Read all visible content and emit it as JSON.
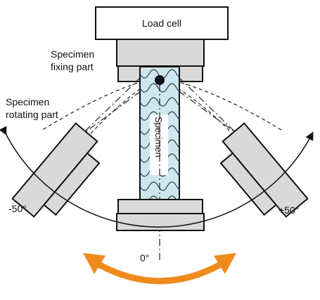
{
  "labels": {
    "load_cell": "Load cell",
    "fixing_line1": "Specimen",
    "fixing_line2": "fixing part",
    "rotating_line1": "Specimen",
    "rotating_line2": "rotating part",
    "specimen": "Specimen",
    "minus_angle": "-50°",
    "plus_angle": "+50°",
    "zero_angle": "0°"
  },
  "colors": {
    "specimen_fill": "#cfe6ee",
    "specimen_wave": "#2b3f4a",
    "block_fill": "#d9d9d9",
    "stroke": "#111111",
    "arrow": "#f08a1c"
  },
  "icons": {
    "rotation_arrow": "double-headed-curved-arrow"
  }
}
